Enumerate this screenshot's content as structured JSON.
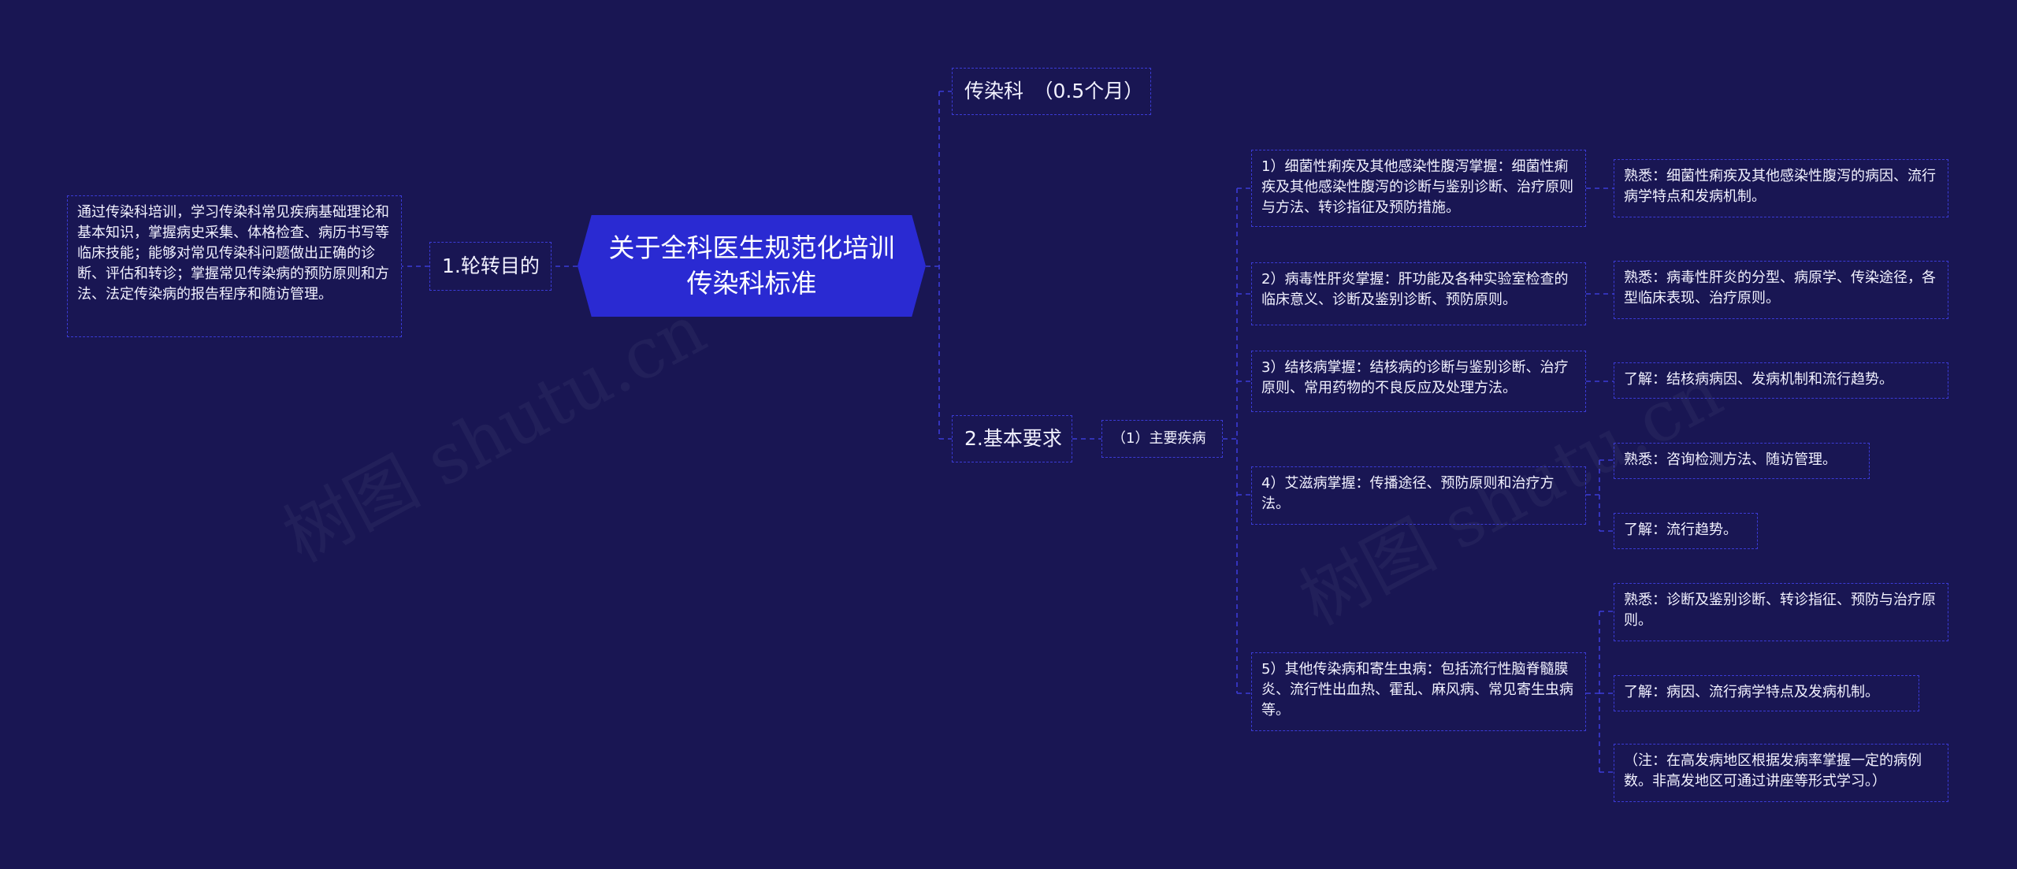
{
  "root": {
    "line1": "关于全科医生规范化培训",
    "line2": "传染科标准"
  },
  "branch_rotation": {
    "label": "1.轮转目的",
    "text": "通过传染科培训，学习传染科常见疾病基础理论和基本知识，掌握病史采集、体格检查、病历书写等临床技能；能够对常见传染科问题做出正确的诊断、评估和转诊；掌握常见传染病的预防原则和方法、法定传染病的报告程序和随访管理。"
  },
  "branch_department": {
    "label": "传染科　（0.5个月）"
  },
  "branch_requirements": {
    "label": "2.基本要求",
    "sub": {
      "label": "（1）主要疾病"
    },
    "diseases": [
      {
        "text": "1）细菌性痢疾及其他感染性腹泻掌握：细菌性痢疾及其他感染性腹泻的诊断与鉴别诊断、治疗原则与方法、转诊指征及预防措施。",
        "leaves": [
          "熟悉：细菌性痢疾及其他感染性腹泻的病因、流行病学特点和发病机制。"
        ]
      },
      {
        "text": "2）病毒性肝炎掌握：肝功能及各种实验室检查的临床意义、诊断及鉴别诊断、预防原则。",
        "leaves": [
          "熟悉：病毒性肝炎的分型、病原学、传染途径，各型临床表现、治疗原则。"
        ]
      },
      {
        "text": "3）结核病掌握：结核病的诊断与鉴别诊断、治疗原则、常用药物的不良反应及处理方法。",
        "leaves": [
          "了解：结核病病因、发病机制和流行趋势。"
        ]
      },
      {
        "text": "4）艾滋病掌握：传播途径、预防原则和治疗方法。",
        "leaves": [
          "熟悉：咨询检测方法、随访管理。",
          "了解：流行趋势。"
        ]
      },
      {
        "text": "5）其他传染病和寄生虫病：包括流行性脑脊髓膜炎、流行性出血热、霍乱、麻风病、常见寄生虫病等。",
        "leaves": [
          "熟悉：诊断及鉴别诊断、转诊指征、预防与治疗原则。",
          "了解：病因、流行病学特点及发病机制。",
          "（注：在高发病地区根据发病率掌握一定的病例数。非高发地区可通过讲座等形式学习。）"
        ]
      }
    ]
  },
  "watermarks": [
    "树图 shutu.cn",
    "树图 shutu.cn"
  ],
  "colors": {
    "background": "#191653",
    "root_fill": "#2a2ad2",
    "line": "#3b3bd6",
    "text": "#ffffff"
  }
}
